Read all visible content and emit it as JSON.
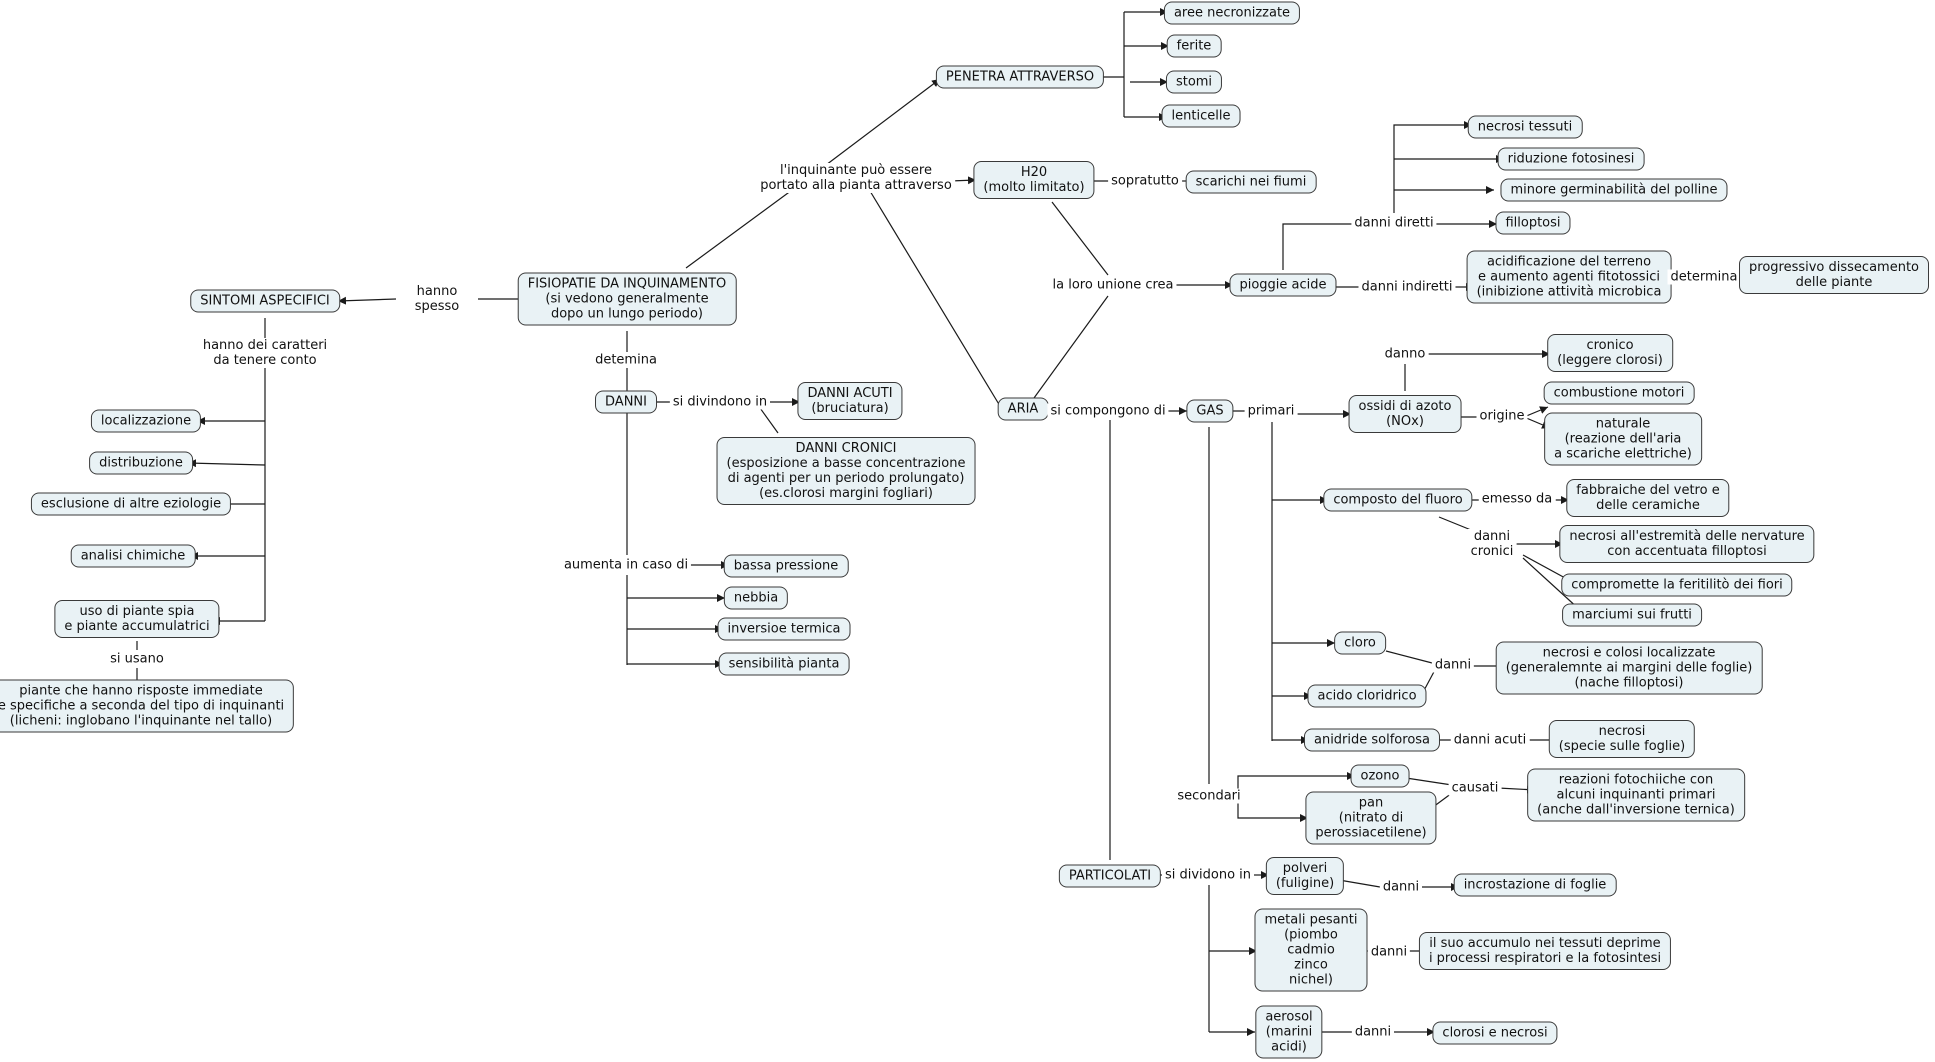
{
  "colors": {
    "node_fill": "#e9f2f5",
    "node_border": "#3a3a3a",
    "edge": "#1a1a1a",
    "background": "#ffffff"
  },
  "nodes": {
    "fisiopatie": "FISIOPATIE DA INQUINAMENTO\n(si vedono generalmente\ndopo un lungo periodo)",
    "sintomi": "SINTOMI ASPECIFICI",
    "localizzazione": "localizzazione",
    "distribuzione": "distribuzione",
    "esclusione": "esclusione di altre eziologie",
    "analisi": "analisi chimiche",
    "piante_spia": "uso di piante spia\ne piante accumulatrici",
    "piante_risposte": "piante che hanno risposte immediate\ne specifiche a seconda del tipo di inquinanti\n(licheni: inglobano l'inquinante nel tallo)",
    "danni": "DANNI",
    "danni_acuti": "DANNI ACUTI\n(bruciatura)",
    "danni_cronici": "DANNI CRONICI\n(esposizione a basse concentrazione\ndi agenti per un periodo prolungato)\n(es.clorosi margini fogliari)",
    "bassa_pressione": "bassa pressione",
    "nebbia": "nebbia",
    "inversione": "inversioe termica",
    "sensibilita": "sensibilità pianta",
    "penetra": "PENETRA ATTRAVERSO",
    "aree": "aree necronizzate",
    "ferite": "ferite",
    "stomi": "stomi",
    "lenticelle": "lenticelle",
    "h2o": "H20\n(molto limitato)",
    "scarichi": "scarichi nei fiumi",
    "aria": "ARIA",
    "piogge": "pioggie acide",
    "necrosi_tessuti": "necrosi tessuti",
    "riduzione": "riduzione fotosinesi",
    "minore": "minore germinabilità del polline",
    "filloptosi": "filloptosi",
    "acidificazione": "acidificazione del terreno\ne aumento agenti fitotossici\n(inibizione attività microbica",
    "progressivo": "progressivo dissecamento\ndelle piante",
    "gas": "GAS",
    "ossidi": "ossidi di azoto\n(NOx)",
    "cronico": "cronico\n(leggere clorosi)",
    "combustione": "combustione motori",
    "naturale": "naturale\n(reazione dell'aria\na scariche elettriche)",
    "fluoro": "composto del fluoro",
    "fabbriche": "fabbraiche del vetro e\ndelle ceramiche",
    "necrosi_estremita": "necrosi all'estremità delle nervature\ncon accentuata filloptosi",
    "compromette": "compromette la feritilitò dei fiori",
    "marciumi": "marciumi sui frutti",
    "cloro": "cloro",
    "acido": "acido cloridrico",
    "necrosi_colosi": "necrosi e colosi localizzate\n(generalemnte ai margini delle foglie)\n(nache filloptosi)",
    "anidride": "anidride solforosa",
    "necrosi_specie": "necrosi\n(specie sulle foglie)",
    "ozono": "ozono",
    "pan": "pan\n(nitrato di\nperossiacetilene)",
    "reazioni": "reazioni fotochiiche con\nalcuni inquinanti primari\n(anche dall'inversione ternica)",
    "particolati": "PARTICOLATI",
    "polveri": "polveri\n(fuligine)",
    "incrostazione": "incrostazione di foglie",
    "metalli": "metali pesanti\n(piombo\ncadmio\nzinco\nnichel)",
    "accumulo": "il suo accumulo nei tessuti deprime\ni processi respiratori e la fotosintesi",
    "aerosol": "aerosol\n(marini\nacidi)",
    "clorosi_necrosi": "clorosi e necrosi"
  },
  "labels": {
    "hanno_spesso": "hanno\nspesso",
    "caratteri": "hanno dei caratteri\nda tenere conto",
    "si_usano": "si usano",
    "detemina": "detemina",
    "si_dividono_in": "si divindono in",
    "aumenta": "aumenta in caso di",
    "inquinante": "l'inquinante può essere\nportato alla pianta attraverso",
    "sopratutto": "sopratutto",
    "unione": "la loro unione crea",
    "danni_diretti": "danni diretti",
    "danni_indiretti": "danni indiretti",
    "determina": "determina",
    "si_compongono": "si compongono di",
    "primari": "primari",
    "danno": "danno",
    "origine": "origine",
    "emesso_da": "emesso da",
    "danni_cronici_lbl": "danni\ncronici",
    "danni_cloro": "danni",
    "danni_acuti_lbl": "danni acuti",
    "secondari": "secondari",
    "causati": "causati",
    "si_dividono_part": "si dividono in",
    "danni_polveri": "danni",
    "danni_metalli": "danni",
    "danni_aerosol": "danni"
  }
}
